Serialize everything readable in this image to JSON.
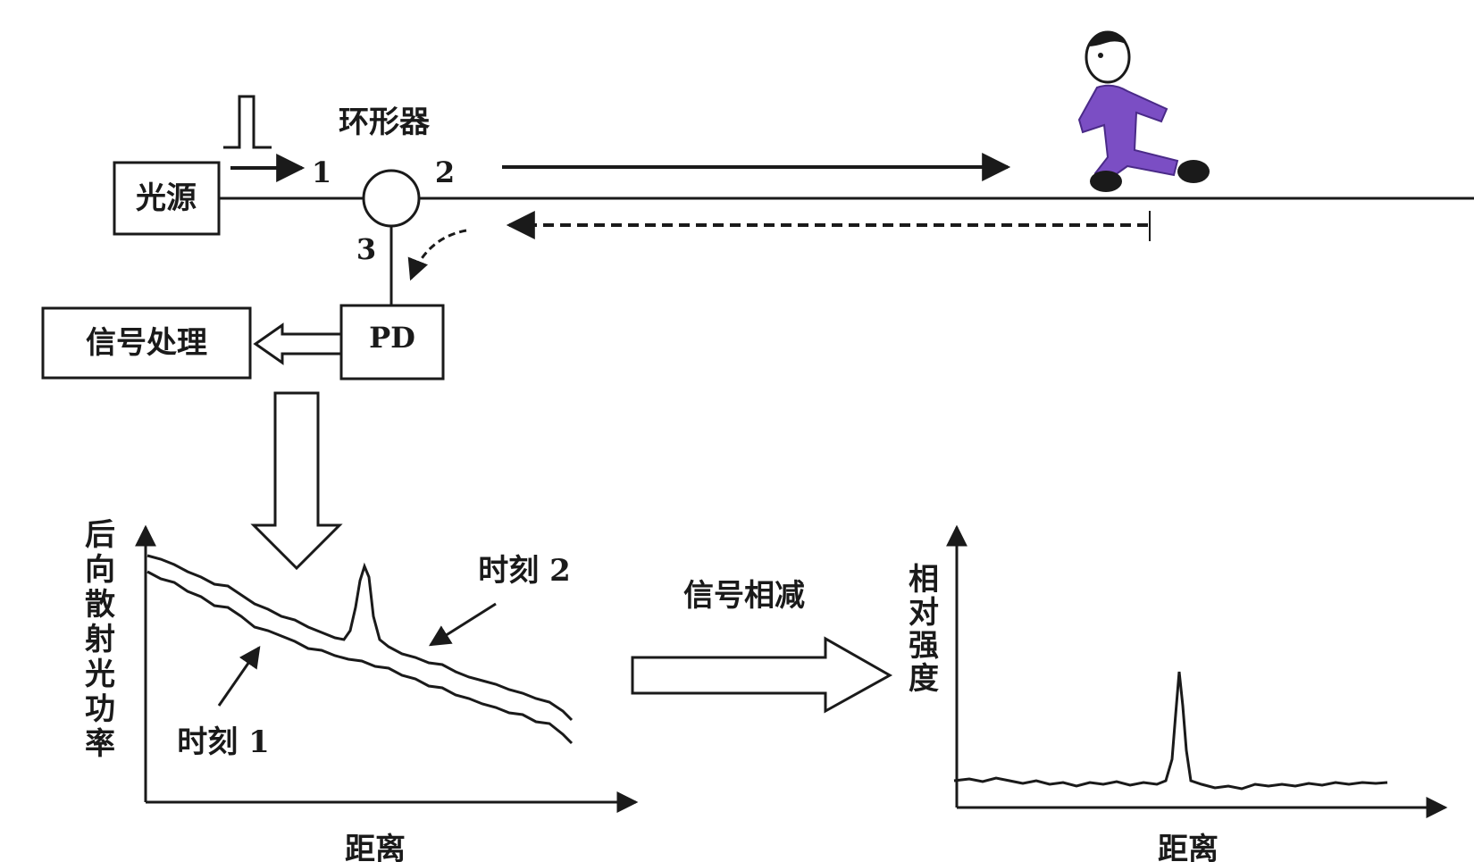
{
  "diagram": {
    "source_label": "光源",
    "circulator_label": "环形器",
    "port_1": "1",
    "port_2": "2",
    "port_3": "3",
    "detector_label": "PD",
    "processing_label": "信号处理",
    "subtract_label": "信号相减",
    "left_chart": {
      "ylabel": "后向散射光功率",
      "xlabel": "距离",
      "annotation_t1": "时刻 1",
      "annotation_t2": "时刻 2"
    },
    "right_chart": {
      "ylabel": "相对强度",
      "xlabel": "距离"
    },
    "icons": [
      "pulse-icon",
      "walking-person-icon"
    ],
    "colors": {
      "line": "#1a1a1a",
      "person": "#7b4ec4"
    }
  }
}
